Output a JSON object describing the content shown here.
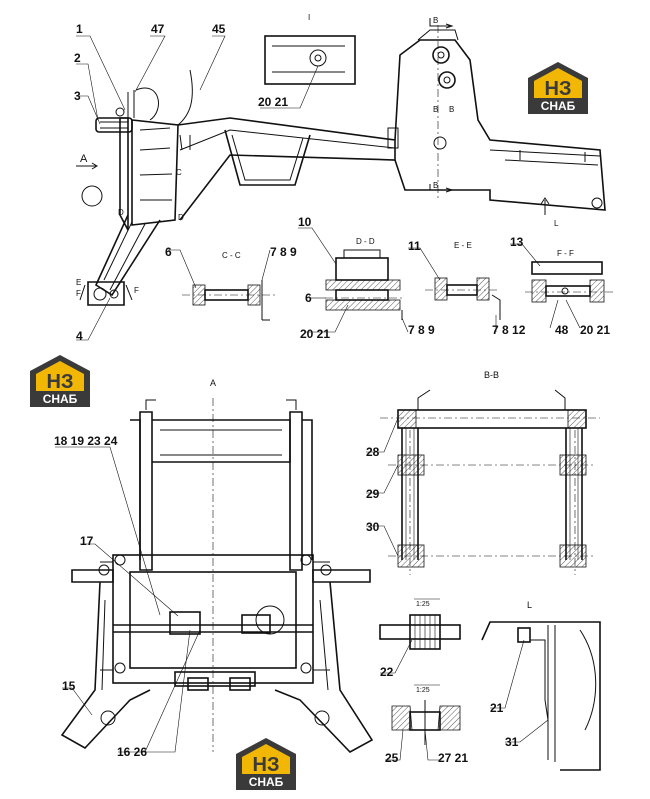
{
  "views": {
    "A": "A",
    "BB": "B-B",
    "CC": "C - C",
    "DD": "D - D",
    "EE": "E - E",
    "FF": "F - F",
    "L": "L",
    "scale_text": "1:25"
  },
  "markers": {
    "B": "B",
    "C": "C",
    "D": "D",
    "E": "E",
    "F": "F",
    "L": "L",
    "I": "I"
  },
  "callouts": {
    "c1": "1",
    "c47": "47",
    "c45": "45",
    "c2": "2",
    "c3": "3",
    "c4": "4",
    "c20_21_top": "20 21",
    "c10": "10",
    "c11": "11",
    "c13": "13",
    "c6a": "6",
    "c789a": "7  8  9",
    "c6b": "6",
    "c2021b": "20 21",
    "c789b": "7  8  9",
    "c7812": "7 8 12",
    "c48": "48",
    "c2021c": "20 21",
    "c18_24": "18 19 23 24",
    "c17": "17",
    "c15": "15",
    "c16_26": "16  26",
    "c28": "28",
    "c29": "29",
    "c30": "30",
    "c22": "22",
    "c25": "25",
    "c27_21": "27 21",
    "c21L": "21",
    "c31": "31"
  },
  "logo": {
    "letters": "НЗ",
    "word": "СНАБ",
    "color_yellow": "#f2b705",
    "color_dark": "#3a3a3a"
  }
}
